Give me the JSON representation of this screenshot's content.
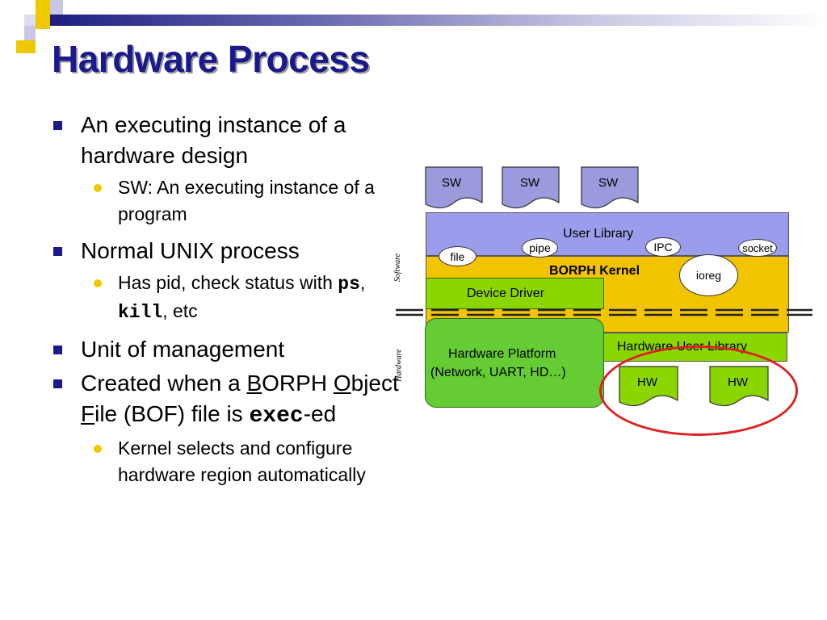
{
  "slide": {
    "title": "Hardware Process"
  },
  "bullets": {
    "b1": "An executing instance of a hardware design",
    "b1_1": "SW: An executing instance of a program",
    "b2": "Normal UNIX process",
    "b2_1_pre": "Has pid, check status with ",
    "b2_1_ps": "ps",
    "b2_1_sep": ", ",
    "b2_1_kill": "kill",
    "b2_1_post": ", etc",
    "b3": "Unit of management",
    "b4_pre": "Created when a ",
    "b4_B": "B",
    "b4_orph": "ORPH ",
    "b4_O": "O",
    "b4_bject": "bject ",
    "b4_F": "F",
    "b4_ile": "ile (BOF) file is ",
    "b4_exec": "exec",
    "b4_ed": "-ed",
    "b4_1": "Kernel selects and configure hardware region automatically"
  },
  "diagram": {
    "sw_labels": [
      "SW",
      "SW",
      "SW"
    ],
    "user_library": "User Library",
    "kernel": "BORPH Kernel",
    "device_driver": "Device Driver",
    "hw_platform_line1": "Hardware Platform",
    "hw_platform_line2": "(Network, UART, HD…)",
    "hw_user_library": "Hardware User Library",
    "hw_labels": [
      "HW",
      "HW"
    ],
    "ovals": {
      "file": "file",
      "pipe": "pipe",
      "ipc": "IPC",
      "socket": "socket",
      "ioreg": "ioreg"
    },
    "side_software": "Software",
    "side_hardware": "Hardware"
  },
  "colors": {
    "title": "#1a1a8c",
    "user_library": "#9c9cec",
    "kernel": "#f2c400",
    "green": "#8cd600",
    "platform": "#66cc33",
    "highlight": "#e02020"
  }
}
